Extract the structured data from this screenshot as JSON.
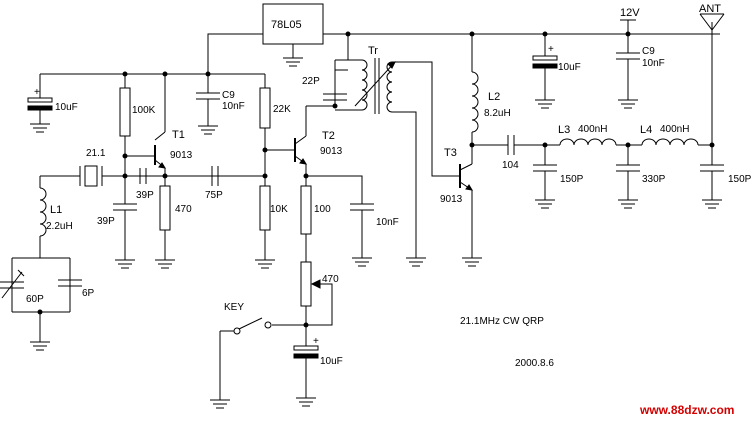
{
  "labels": {
    "reg": "78L05",
    "v12": "12V",
    "ant": "ANT",
    "tr": "Tr",
    "c22p": "22P",
    "c10uf_top": "10uF",
    "c9_top": "C9",
    "c9_top_val": "10nF",
    "c10uf_left": "10uF",
    "r100k": "100K",
    "c9_mid": "C9",
    "c9_mid_val": "10nF",
    "r22k": "22K",
    "t1": "T1",
    "t1_type": "9013",
    "t2": "T2",
    "t2_type": "9013",
    "t3": "T3",
    "t3_type": "9013",
    "l2": "L2",
    "l2_val": "8.2uH",
    "c104": "104",
    "l3": "L3",
    "l3_val": "400nH",
    "l4": "L4",
    "l4_val": "400nH",
    "c150p_a": "150P",
    "c330p": "330P",
    "c150p_b": "150P",
    "xtal": "21.1",
    "c39p_a": "39P",
    "c39p_b": "39P",
    "r470": "470",
    "c75p": "75P",
    "r10k": "10K",
    "r100": "100",
    "c10nf_e": "10nF",
    "l1": "L1",
    "l1_val": "2.2uH",
    "c60p": "60P",
    "c6p": "6P",
    "pot470": "470",
    "key": "KEY",
    "c10uf_key": "10uF",
    "plus1": "+",
    "plus2": "+",
    "plus3": "+",
    "title": "21.1MHz  CW QRP",
    "date": "2000.8.6",
    "watermark": "www.88dzw.com"
  }
}
